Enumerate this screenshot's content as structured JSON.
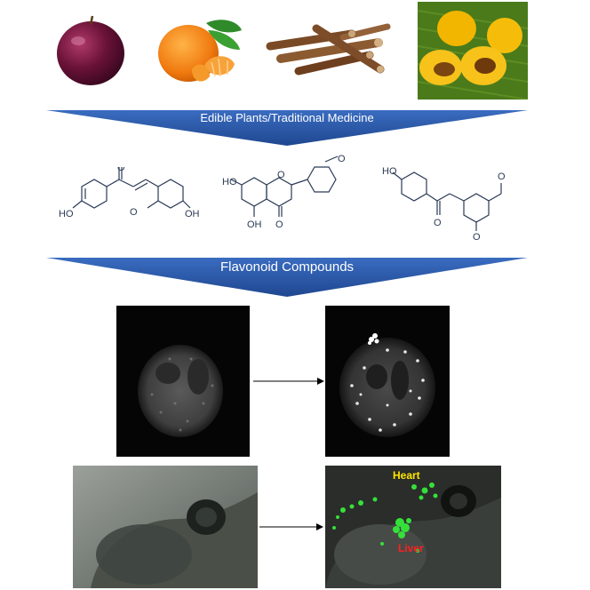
{
  "banners": {
    "top_label": "Edible Plants/Traditional Medicine",
    "bottom_label": "Flavonoid Compounds"
  },
  "fruits": [
    {
      "icon": "plum-icon"
    },
    {
      "icon": "tangerine-icon"
    },
    {
      "icon": "licorice-root-icon"
    },
    {
      "icon": "yellow-fruit-icon"
    }
  ],
  "chem_labels": {
    "chalcone_ho": "HO",
    "chalcone_oh": "OH",
    "flavanone_ho_top": "HO",
    "flavanone_oh_bottom": "OH",
    "flavanone_o_ketone": "O",
    "flavanone_o_ring": "O",
    "dihydro_ho": "HO",
    "dihydro_o_ketone": "O"
  },
  "zebrafish_labels": {
    "heart": "Heart",
    "liver": "Liver"
  },
  "colors": {
    "banner_blue": "#2b59a8",
    "heart_label": "#ffe600",
    "liver_label": "#ff2020",
    "fluorescence": "#35e03a"
  }
}
